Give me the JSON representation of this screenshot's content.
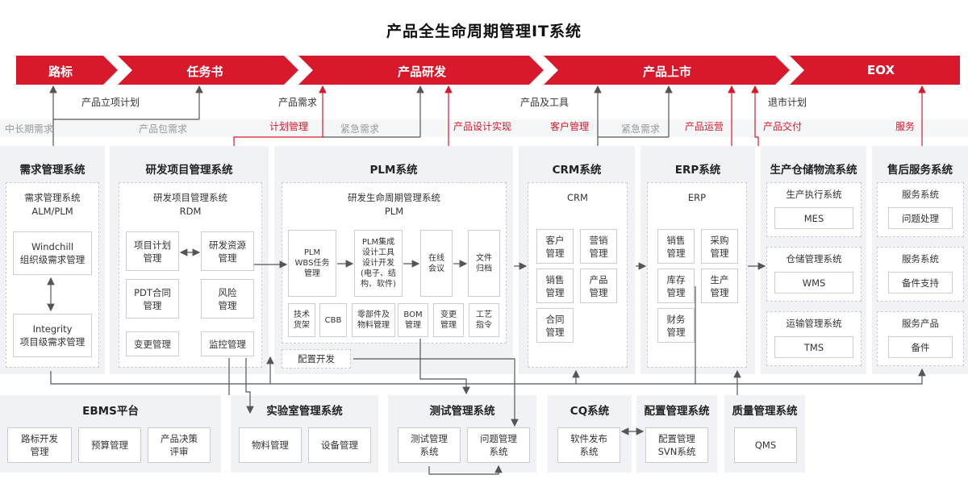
{
  "title": "产品全生命周期管理IT系统",
  "colors": {
    "accent": "#d7192b",
    "panel": "#f1f2f5",
    "line": "#555555"
  },
  "stages": [
    "路标",
    "任务书",
    "产品研发",
    "产品上市",
    "EOX"
  ],
  "flow_labels": {
    "product_initiation": "产品立项计划",
    "product_requirements": "产品需求",
    "product_and_tools": "产品及工具",
    "exit_plan": "退市计划",
    "mid_long_req": "中长期需求",
    "product_pkg_req": "产品包需求",
    "plan_mgmt": "计划管理",
    "urgent_req_1": "紧急需求",
    "design_impl": "产品设计实现",
    "customer_mgmt": "客户管理",
    "urgent_req_2": "紧急需求",
    "product_ops": "产品运营",
    "product_delivery": "产品交付",
    "service": "服务"
  },
  "req_sys": {
    "title": "需求管理系统",
    "sub": "需求管理系统\nALM/PLM",
    "windchill": "Windchill\n组织级需求管理",
    "integrity": "Integrity\n项目级需求管理"
  },
  "rdm_sys": {
    "title": "研发项目管理系统",
    "sub": "研发项目管理系统\nRDM",
    "items": [
      "项目计划\n管理",
      "研发资源\n管理",
      "PDT合同\n管理",
      "风险\n管理",
      "变更管理",
      "监控管理"
    ]
  },
  "plm_sys": {
    "title": "PLM系统",
    "sub": "研发生命周期管理系统\nPLM",
    "top_items": [
      "PLM\nWBS任务\n管理",
      "PLM集成\n设计工具\n设计开发\n(电子、结\n构、软件)",
      "在线\n会议",
      "文件\n归档"
    ],
    "bottom_items": [
      "技术\n货架",
      "CBB",
      "零部件及\n物料管理",
      "BOM\n管理",
      "变更\n管理",
      "工艺\n指令"
    ],
    "config_dev": "配置开发"
  },
  "crm_sys": {
    "title": "CRM系统",
    "sub": "CRM",
    "items": [
      "客户\n管理",
      "营销\n管理",
      "销售\n管理",
      "产品\n管理",
      "合同\n管理"
    ]
  },
  "erp_sys": {
    "title": "ERP系统",
    "sub": "ERP",
    "items": [
      "销售\n管理",
      "采购\n管理",
      "库存\n管理",
      "生产\n管理",
      "财务\n管理"
    ]
  },
  "wh_sys": {
    "title": "生产仓储物流系统",
    "groups": [
      {
        "label": "生产执行系统",
        "item": "MES"
      },
      {
        "label": "仓储管理系统",
        "item": "WMS"
      },
      {
        "label": "运输管理系统",
        "item": "TMS"
      }
    ]
  },
  "as_sys": {
    "title": "售后服务系统",
    "groups": [
      {
        "label": "服务系统",
        "item": "问题处理"
      },
      {
        "label": "服务系统",
        "item": "备件支持"
      },
      {
        "label": "服务产品",
        "item": "备件"
      }
    ]
  },
  "ebms": {
    "title": "EBMS平台",
    "items": [
      "路标开发\n管理",
      "预算管理",
      "产品决策\n评审"
    ]
  },
  "lab": {
    "title": "实验室管理系统",
    "items": [
      "物料管理",
      "设备管理"
    ]
  },
  "test": {
    "title": "测试管理系统",
    "items": [
      "测试管理\n系统",
      "问题管理\n系统"
    ]
  },
  "cq": {
    "title": "CQ系统",
    "items": [
      "软件发布\n系统"
    ]
  },
  "cfg": {
    "title": "配置管理系统",
    "items": [
      "配置管理\nSVN系统"
    ]
  },
  "qms": {
    "title": "质量管理系统",
    "items": [
      "QMS"
    ]
  }
}
